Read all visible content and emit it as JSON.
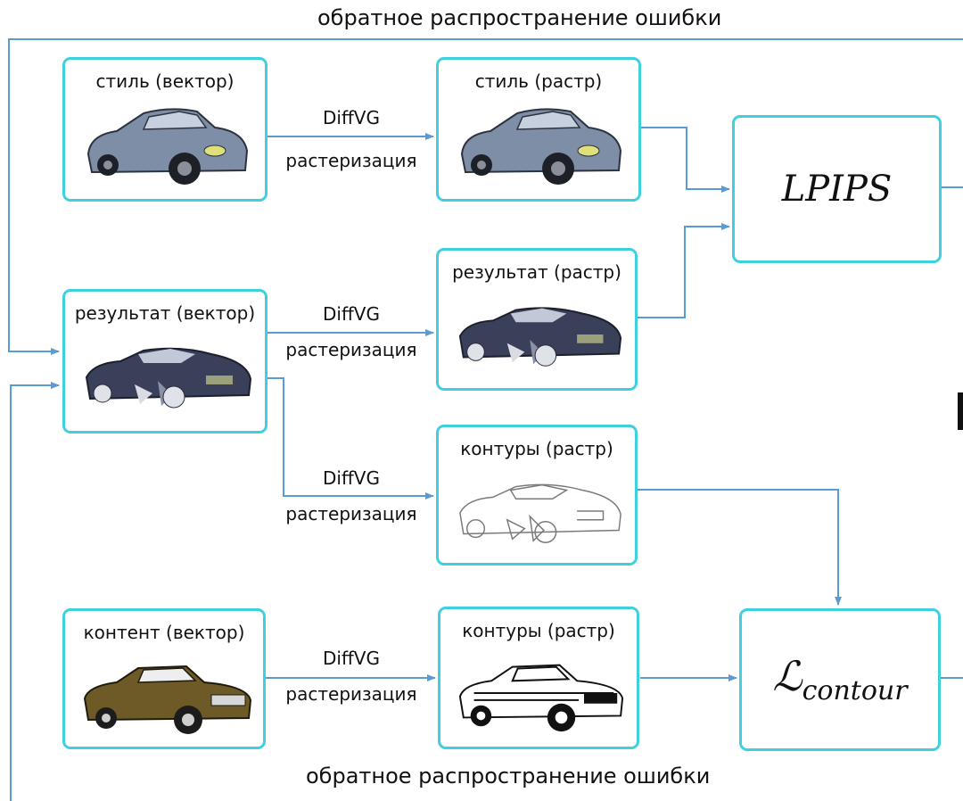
{
  "top_caption": "обратное распространение ошибки",
  "bottom_caption": "обратное распространение ошибки",
  "boxes": {
    "style_vector": "стиль (вектор)",
    "style_raster": "стиль (растр)",
    "result_vector": "результат (вектор)",
    "result_raster": "результат (растр)",
    "contours_result": "контуры (растр)",
    "content_vector": "контент (вектор)",
    "contours_content": "контуры (растр)"
  },
  "edges": {
    "e1": {
      "top": "DiffVG",
      "bottom": "растеризация"
    },
    "e2": {
      "top": "DiffVG",
      "bottom": "растеризация"
    },
    "e3": {
      "top": "DiffVG",
      "bottom": "растеризация"
    },
    "e4": {
      "top": "DiffVG",
      "bottom": "растеризация"
    }
  },
  "losses": {
    "lpips": "LPIPS",
    "contour_symbol": "ℒ",
    "contour_subscript": "contour"
  },
  "colors": {
    "box_border": "#3fd0e0",
    "arrow": "#5b9bd5"
  }
}
